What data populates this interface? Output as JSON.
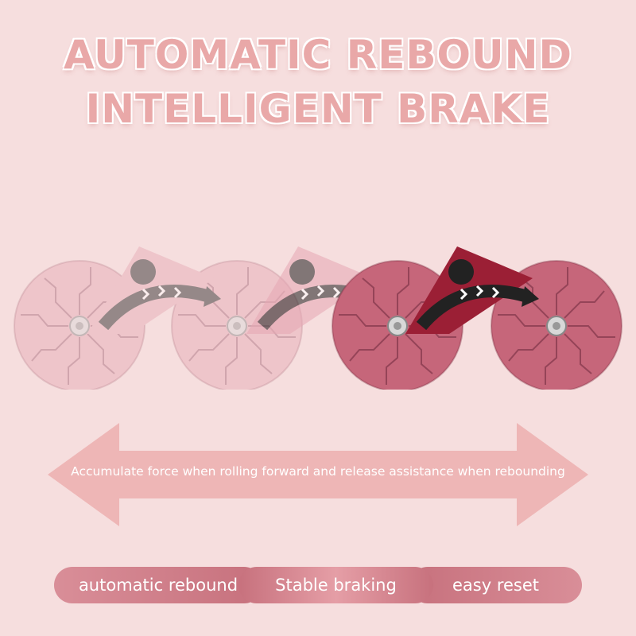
{
  "headline": {
    "line1": "AUTOMATIC REBOUND",
    "line2": "INTELLIGENT BRAKE"
  },
  "arrow_caption": "Accumulate force when rolling forward and release assistance when rebounding",
  "features": [
    {
      "label": "automatic rebound"
    },
    {
      "label": "Stable braking"
    },
    {
      "label": "easy reset"
    }
  ],
  "colors": {
    "background": "#f6dede",
    "headline": "#e9a8a8",
    "wheel_solid": "#c6667a",
    "bracket_solid": "#9b1f35",
    "wheel_faded": "#eab0bc",
    "arrow": "#eeb6b6",
    "pill": "#c7717d"
  },
  "icons": [
    "double-arrow-icon",
    "wheel-icon",
    "bracket-arrow-icon"
  ]
}
